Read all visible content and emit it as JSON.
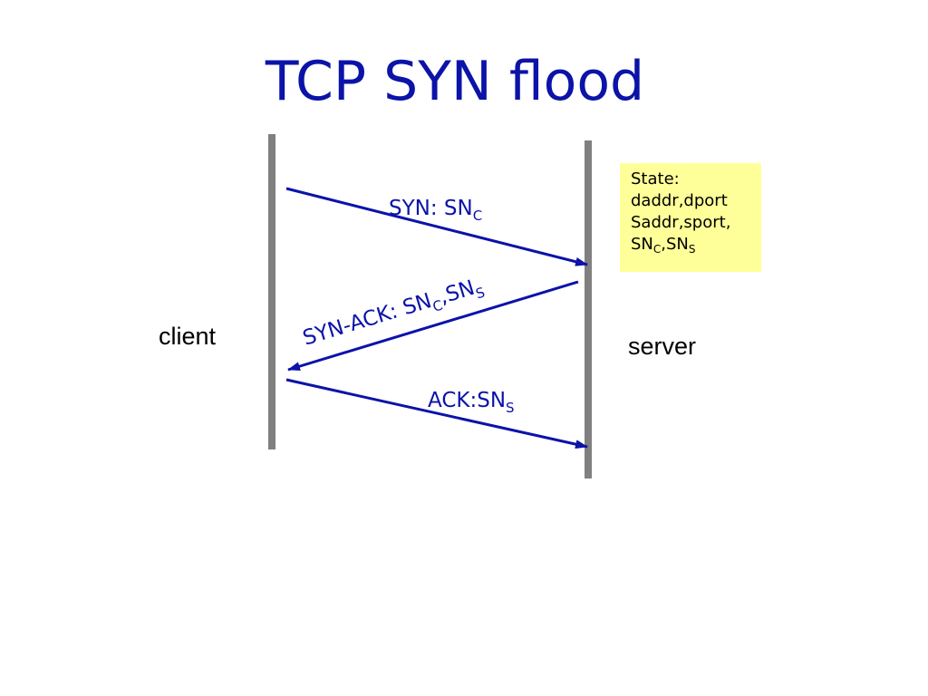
{
  "title": "TCP SYN flood",
  "actors": {
    "client": "client",
    "server": "server"
  },
  "messages": [
    {
      "text": "SYN: SN",
      "sub": "C"
    },
    {
      "text": "SYN-ACK: SN",
      "sub": "C",
      "text2": ",SN",
      "sub2": "S"
    },
    {
      "text": "ACK:SN",
      "sub": "S"
    }
  ],
  "state": {
    "line1": "State:",
    "line2": "daddr,dport",
    "line3": "Saddr,sport,",
    "line4_a": "SN",
    "line4_a_sub": "C",
    "line4_b": ",SN",
    "line4_b_sub": "S"
  },
  "colors": {
    "arrow": "#0b13a8",
    "lifeline": "#808080",
    "state_box": "#ffff99",
    "title": "#0b13a8"
  }
}
